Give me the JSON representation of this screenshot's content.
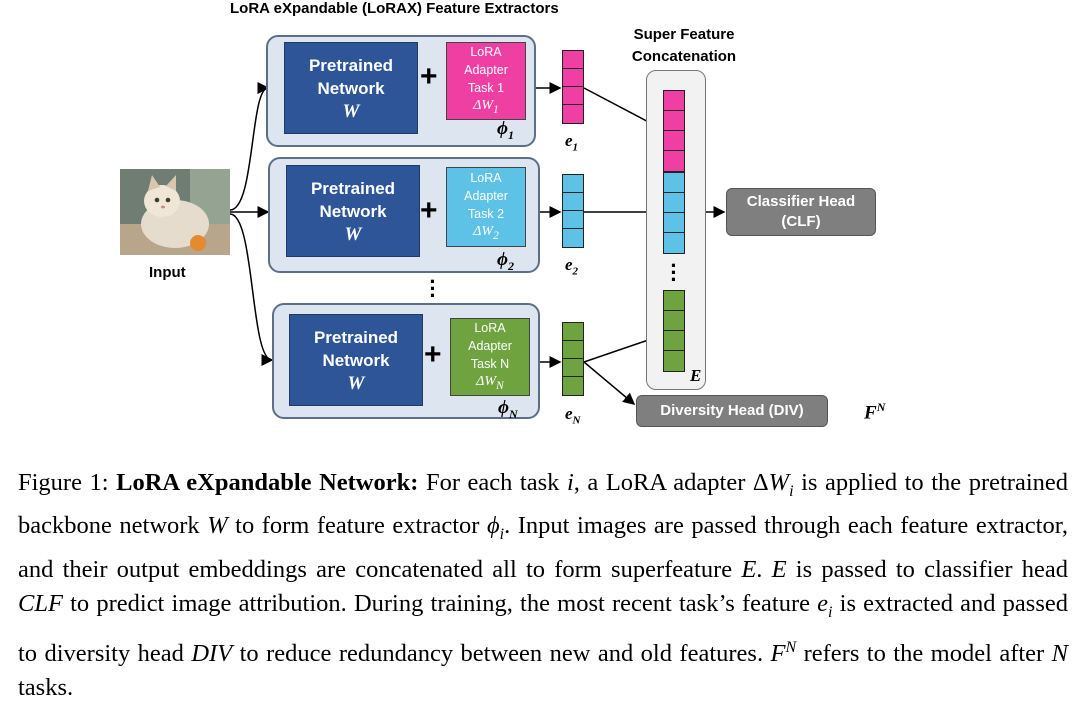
{
  "title": "LoRA eXpandable (LoRAX) Feature Extractors",
  "input_label": "Input",
  "extractors": [
    {
      "net_line1": "Pretrained",
      "net_line2": "Network",
      "net_w": "W",
      "plus": "+",
      "adapter_lines": [
        "LoRA",
        "Adapter",
        "Task 1"
      ],
      "adapter_dw": "ΔW",
      "adapter_sub": "1",
      "adapter_color": "#f03fa3",
      "phi": "ϕ",
      "phi_sub": "1",
      "e": "e",
      "e_sub": "1",
      "vec_color": "#f03fa3"
    },
    {
      "net_line1": "Pretrained",
      "net_line2": "Network",
      "net_w": "W",
      "plus": "+",
      "adapter_lines": [
        "LoRA",
        "Adapter",
        "Task 2"
      ],
      "adapter_dw": "ΔW",
      "adapter_sub": "2",
      "adapter_color": "#5ec2e6",
      "phi": "ϕ",
      "phi_sub": "2",
      "e": "e",
      "e_sub": "2",
      "vec_color": "#5ec2e6"
    },
    {
      "net_line1": "Pretrained",
      "net_line2": "Network",
      "net_w": "W",
      "plus": "+",
      "adapter_lines": [
        "LoRA",
        "Adapter",
        "Task N"
      ],
      "adapter_dw": "ΔW",
      "adapter_sub": "N",
      "adapter_color": "#6fa33f",
      "phi": "ϕ",
      "phi_sub": "N",
      "e": "e",
      "e_sub": "N",
      "vec_color": "#6fa33f"
    }
  ],
  "concat_title_line1": "Super Feature",
  "concat_title_line2": "Concatenation",
  "concat_label": "E",
  "classifier_head_line1": "Classifier Head",
  "classifier_head_line2": "(CLF)",
  "diversity_head": "Diversity Head (DIV)",
  "model_label": "F",
  "model_label_sup": "N",
  "caption": {
    "prefix": "Figure 1: ",
    "bold": "LoRA eXpandable Network:",
    "s1": " For each task ",
    "i1": "i",
    "s2": ", a LoRA adapter Δ",
    "i2": "W",
    "i2sub": "i",
    "s3": " is applied to the pretrained backbone network ",
    "i3": "W",
    "s4": " to form feature extractor ",
    "i4": "ϕ",
    "i4sub": "i",
    "s5": ". Input images are passed through each feature extractor, and their output embeddings are concatenated all to form superfeature ",
    "i5": "E",
    "s6": ". ",
    "i6": "E",
    "s7": " is passed to classifier head ",
    "i7": "CLF",
    "s8": " to predict image attribution. During training, the most recent task’s feature ",
    "i8": "e",
    "i8sub": "i",
    "s9": " is extracted and passed to diversity head ",
    "i9": "DIV",
    "s10": " to reduce redundancy between new and old features. ",
    "i10": "F",
    "i10sup": "N",
    "s11": " refers to the model after ",
    "i11": "N",
    "s12": " tasks."
  }
}
